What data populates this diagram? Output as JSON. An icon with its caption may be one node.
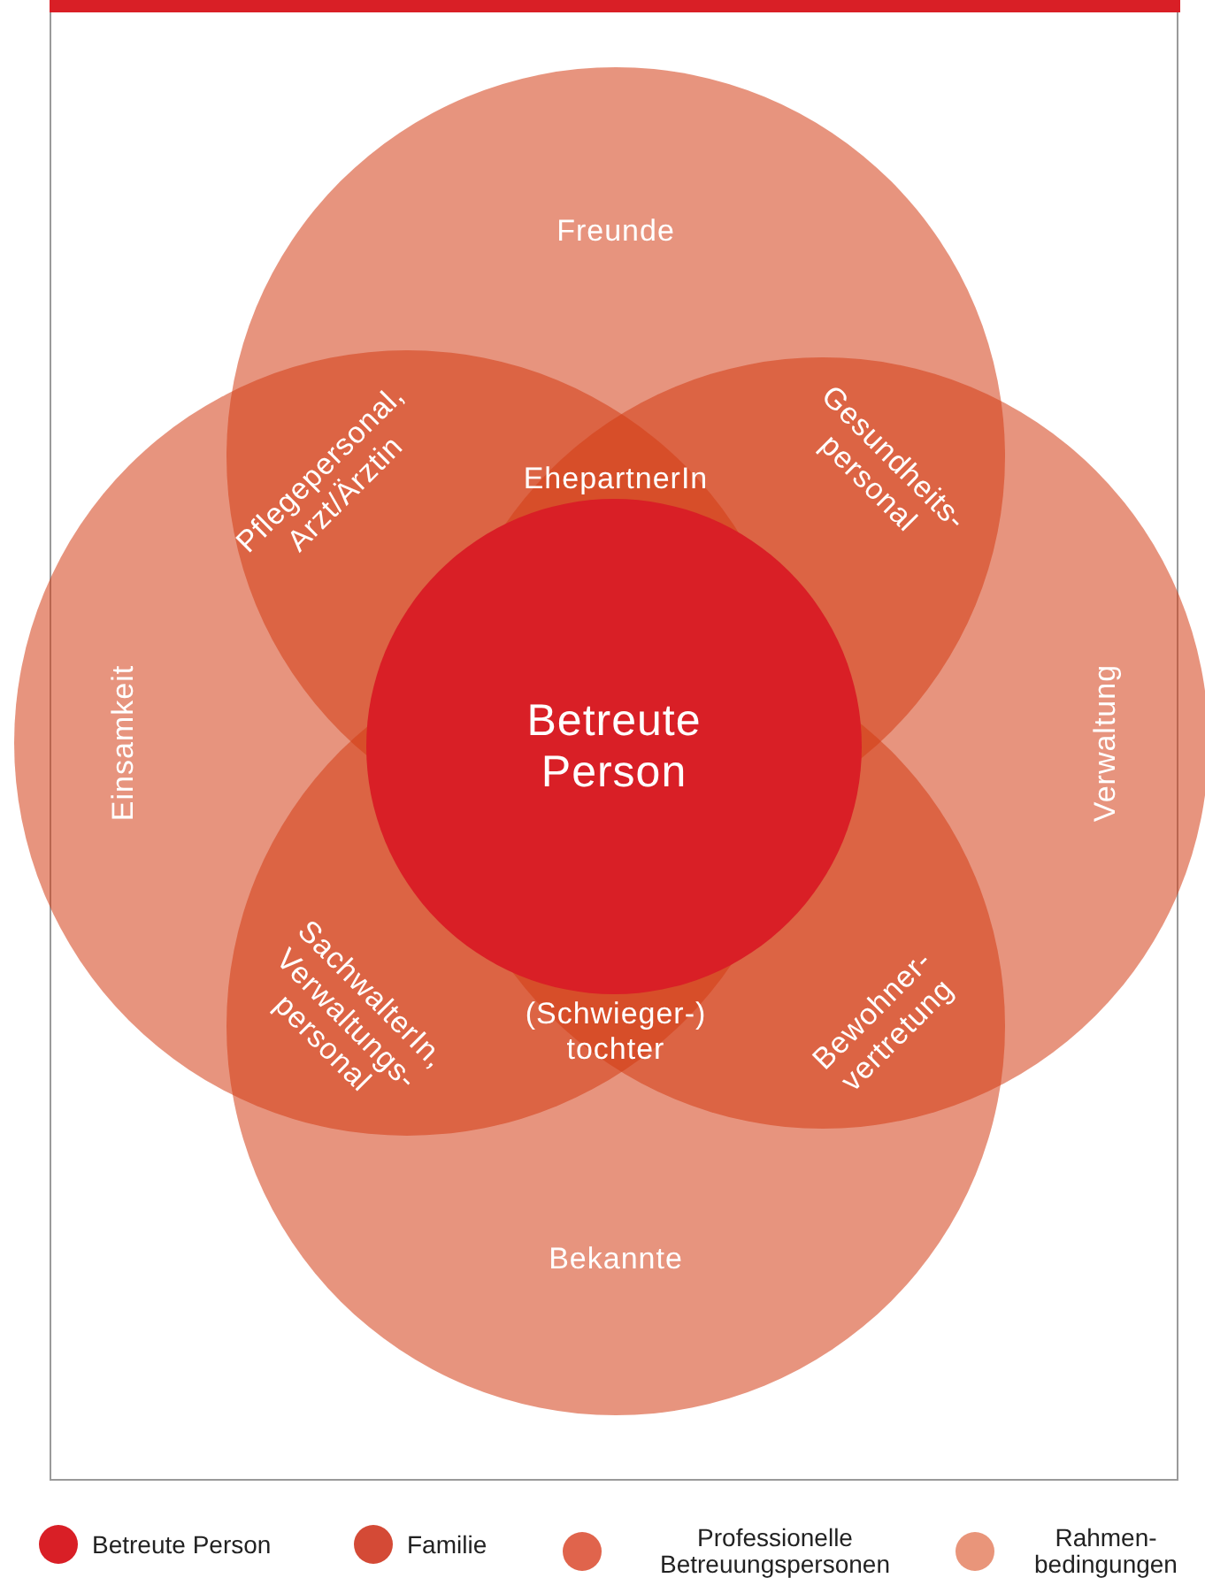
{
  "diagram": {
    "nodes": [
      {
        "text": [
          "Freunde"
        ]
      },
      {
        "text": [
          "Einsamkeit"
        ]
      },
      {
        "text": [
          "Verwaltung"
        ]
      },
      {
        "text": [
          "Bekannte"
        ]
      },
      {
        "text": [
          "Betreute Person"
        ]
      }
    ],
    "labels": [
      "Pflegepersonal, Arzt/Ärztin",
      "EhepartnerIn",
      "Gesundheits- personal",
      "SachwalterIn, Verwaltungs- personal",
      "(Schwieger-) tochter",
      "Bewohner- vertretung"
    ],
    "legend": [
      {
        "text": "Betreute Person",
        "color": "#d91f26"
      },
      {
        "text": "Familie",
        "color": "#d44a36"
      },
      {
        "text": "Professionelle Betreuungspersonen",
        "color": "#e0644c"
      },
      {
        "text": "Rahmen- bedingungen",
        "color": "#e9957a"
      }
    ]
  }
}
